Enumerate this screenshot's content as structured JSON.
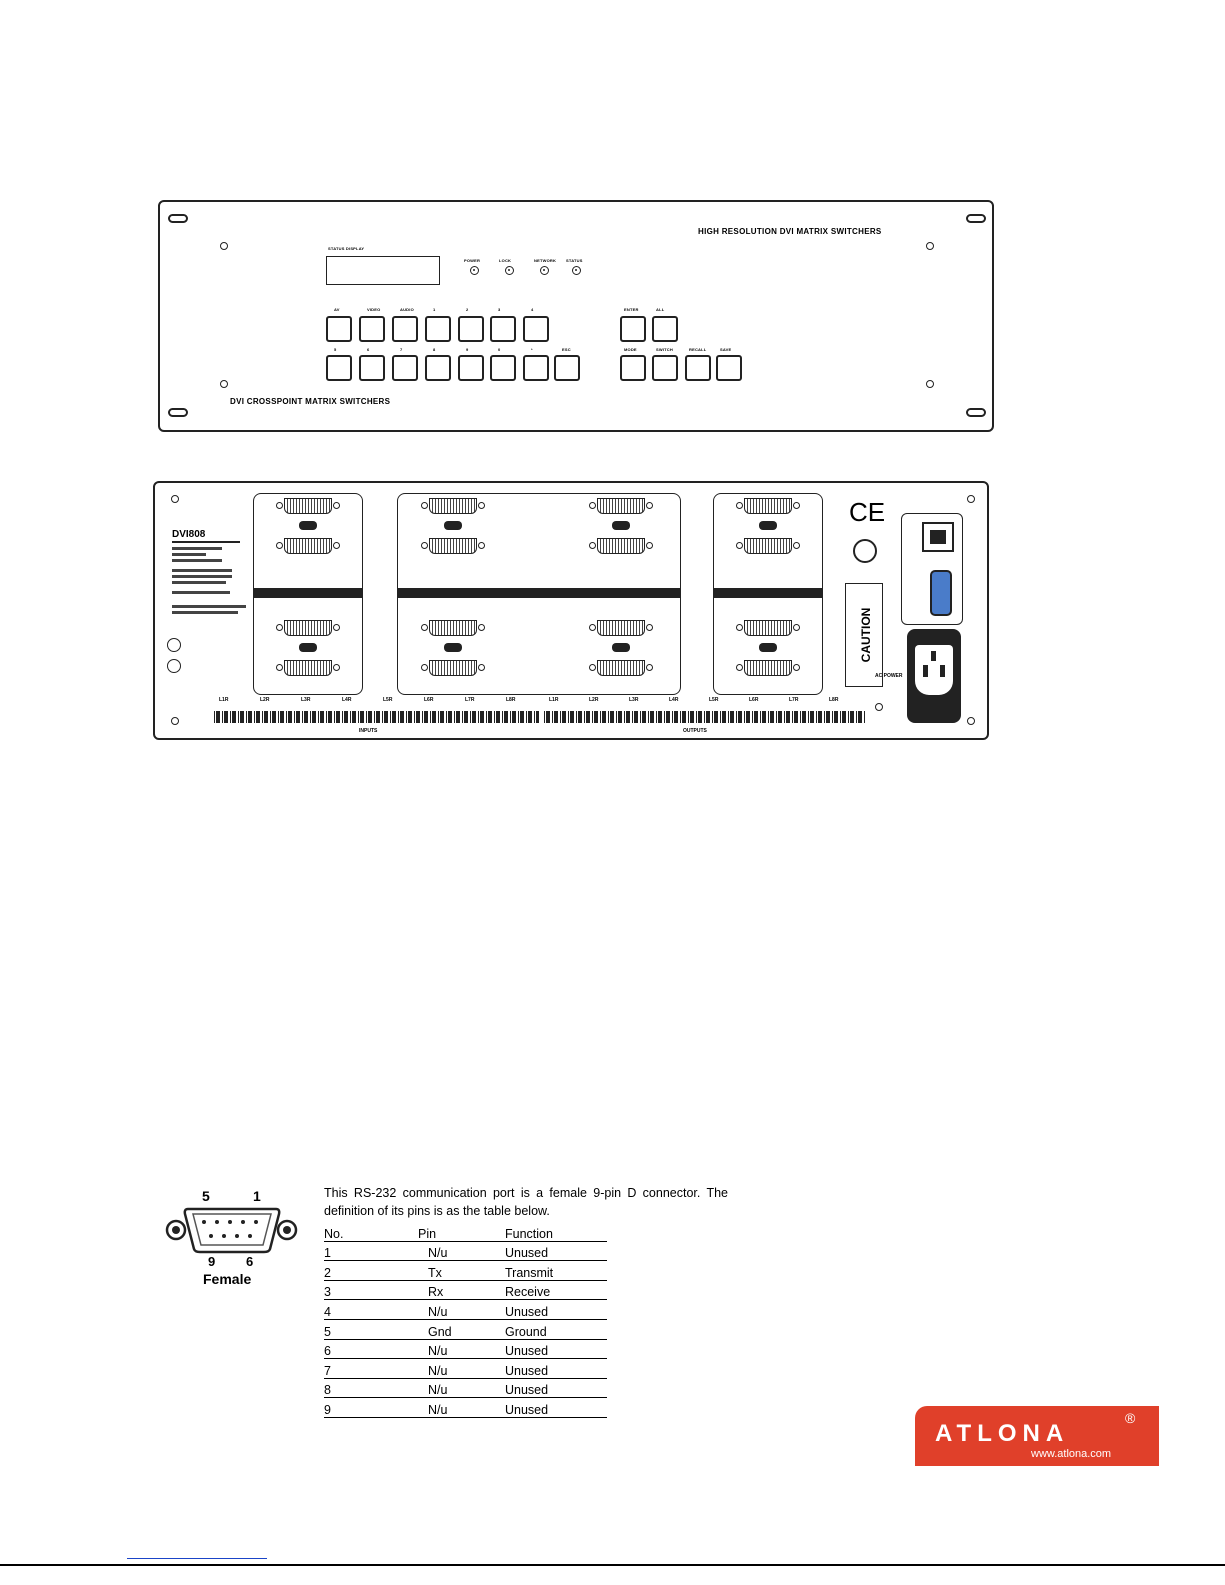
{
  "front_panel": {
    "model_text": "HIGH RESOLUTION DVI MATRIX SWITCHERS",
    "series_text": "DVI CROSSPOINT MATRIX SWITCHERS",
    "lcd_label": "STATUS DISPLAY",
    "leds": [
      "POWER",
      "LOCK",
      "NETWORK",
      "STATUS"
    ],
    "top_button_labels": [
      "AV",
      "VIDEO",
      "AUDIO",
      "1",
      "2",
      "3",
      "4"
    ],
    "bottom_button_labels": [
      "5",
      "6",
      "7",
      "8",
      "9",
      "0",
      "*",
      "ESC"
    ],
    "right_top_labels": [
      "ENTER",
      "ALL"
    ],
    "right_bottom_labels": [
      "MODE",
      "SWITCH",
      "RECALL",
      "SAVE"
    ]
  },
  "rear_panel": {
    "model": "DVI808",
    "caution_text": "CAUTION",
    "ce_mark": "CE",
    "power_label": "AC POWER",
    "inputs_label": "INPUTS",
    "outputs_label": "OUTPUTS",
    "input_terminals": [
      "L1R",
      "L2R",
      "L3R",
      "L4R",
      "L5R",
      "L6R",
      "L7R",
      "L8R"
    ],
    "output_terminals": [
      "L1R",
      "L2R",
      "L3R",
      "L4R",
      "L5R",
      "L6R",
      "L7R",
      "L8R"
    ]
  },
  "connector": {
    "pin_top_left": "5",
    "pin_top_right": "1",
    "pin_bottom_left": "9",
    "pin_bottom_right": "6",
    "caption": "Female"
  },
  "description": "This RS-232 communication port is a female 9-pin D connector. The definition of its pins is as the table below.",
  "pin_table": {
    "headers": [
      "No.",
      "Pin",
      "Function"
    ],
    "rows": [
      [
        "1",
        "N/u",
        "Unused"
      ],
      [
        "2",
        "Tx",
        "Transmit"
      ],
      [
        "3",
        "Rx",
        "Receive"
      ],
      [
        "4",
        "N/u",
        "Unused"
      ],
      [
        "5",
        "Gnd",
        "Ground"
      ],
      [
        "6",
        "N/u",
        "Unused"
      ],
      [
        "7",
        "N/u",
        "Unused"
      ],
      [
        "8",
        "N/u",
        "Unused"
      ],
      [
        "9",
        "N/u",
        "Unused"
      ]
    ]
  },
  "logo": {
    "brand": "ATLONA",
    "registered": "®",
    "url": "www.atlona.com",
    "color": "#e0402a"
  }
}
